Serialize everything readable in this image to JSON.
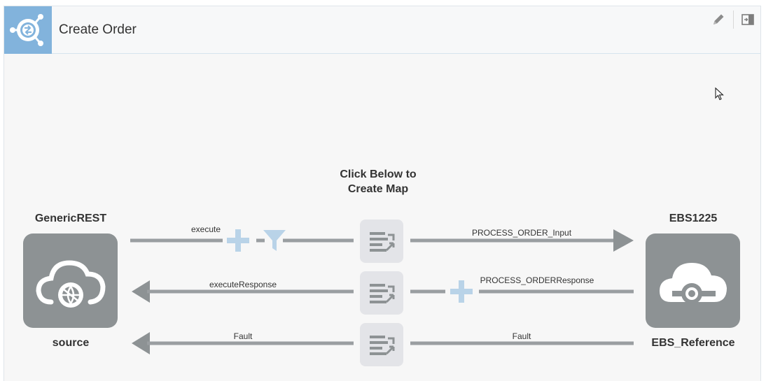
{
  "header": {
    "title": "Create Order",
    "icon": "integration-icon",
    "accent_color": "#82b3dc",
    "actions": [
      {
        "icon": "pencil-icon"
      },
      {
        "icon": "expand-panel-icon"
      }
    ]
  },
  "source": {
    "name": "GenericREST",
    "role": "source",
    "icon": "cloud-globe-icon"
  },
  "target": {
    "name": "EBS1225",
    "role": "EBS_Reference",
    "icon": "cloud-adapter-icon"
  },
  "center": {
    "title": "Click Below to Create Map",
    "map_icon": "mapper-icon"
  },
  "flows": {
    "request_source_label": "execute",
    "request_target_label": "PROCESS_ORDER_Input",
    "response_source_label": "executeResponse",
    "response_target_label": "PROCESS_ORDERResponse",
    "fault_source_label": "Fault",
    "fault_target_label": "Fault"
  },
  "colors": {
    "node_gray": "#8d9294",
    "line_gray": "#9a9ea1",
    "plus_blue": "#b9d3e8",
    "map_bg": "#e3e4e8"
  }
}
